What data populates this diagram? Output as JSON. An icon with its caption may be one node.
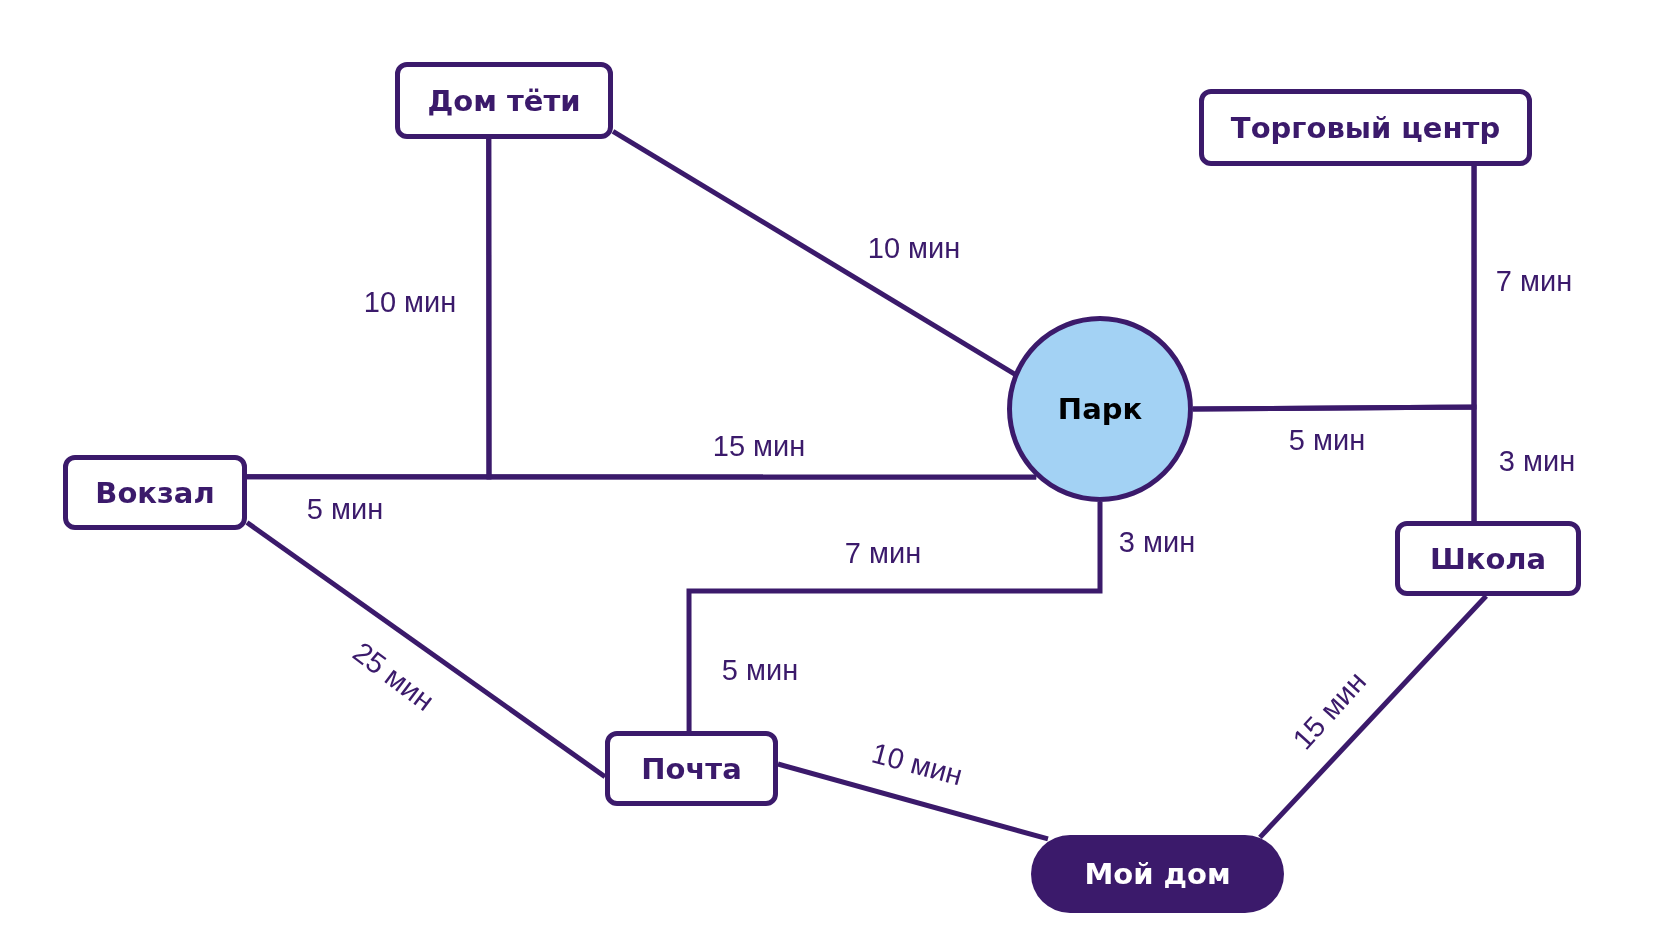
{
  "diagram": {
    "nodes": [
      {
        "text": [
          "Дом тёти"
        ]
      },
      {
        "text": [
          "Торговый центр"
        ]
      },
      {
        "text": [
          "Парк"
        ]
      },
      {
        "text": [
          "Вокзал"
        ]
      },
      {
        "text": [
          "Школа"
        ]
      },
      {
        "text": [
          "Почта"
        ]
      },
      {
        "text": [
          "Мой дом"
        ]
      }
    ],
    "edges": [
      {
        "from": 0,
        "to": 2,
        "arrow": "none",
        "label": "10 мин"
      },
      {
        "from": 0,
        "to": 3,
        "arrow": "none",
        "label": "10 мин"
      },
      {
        "from": 3,
        "to": 2,
        "arrow": "none",
        "label": "5 мин"
      },
      {
        "from": 0,
        "to": 2,
        "arrow": "none",
        "label": "15 мин"
      },
      {
        "from": 1,
        "to": 2,
        "arrow": "none",
        "label": "7 мин"
      },
      {
        "from": 2,
        "to": 4,
        "arrow": "none",
        "label": "5 мин"
      },
      {
        "from": 1,
        "to": 4,
        "arrow": "none",
        "label": "3 мин"
      },
      {
        "from": 2,
        "to": 5,
        "arrow": "none",
        "label": "7 мин"
      },
      {
        "from": 3,
        "to": 5,
        "arrow": "none",
        "label": "25 мин"
      },
      {
        "from": 5,
        "to": 6,
        "arrow": "none",
        "label": "10 мин"
      },
      {
        "from": 4,
        "to": 6,
        "arrow": "none",
        "label": "15 мин"
      }
    ],
    "labels": [
      "3 мин",
      "5 мин"
    ]
  }
}
